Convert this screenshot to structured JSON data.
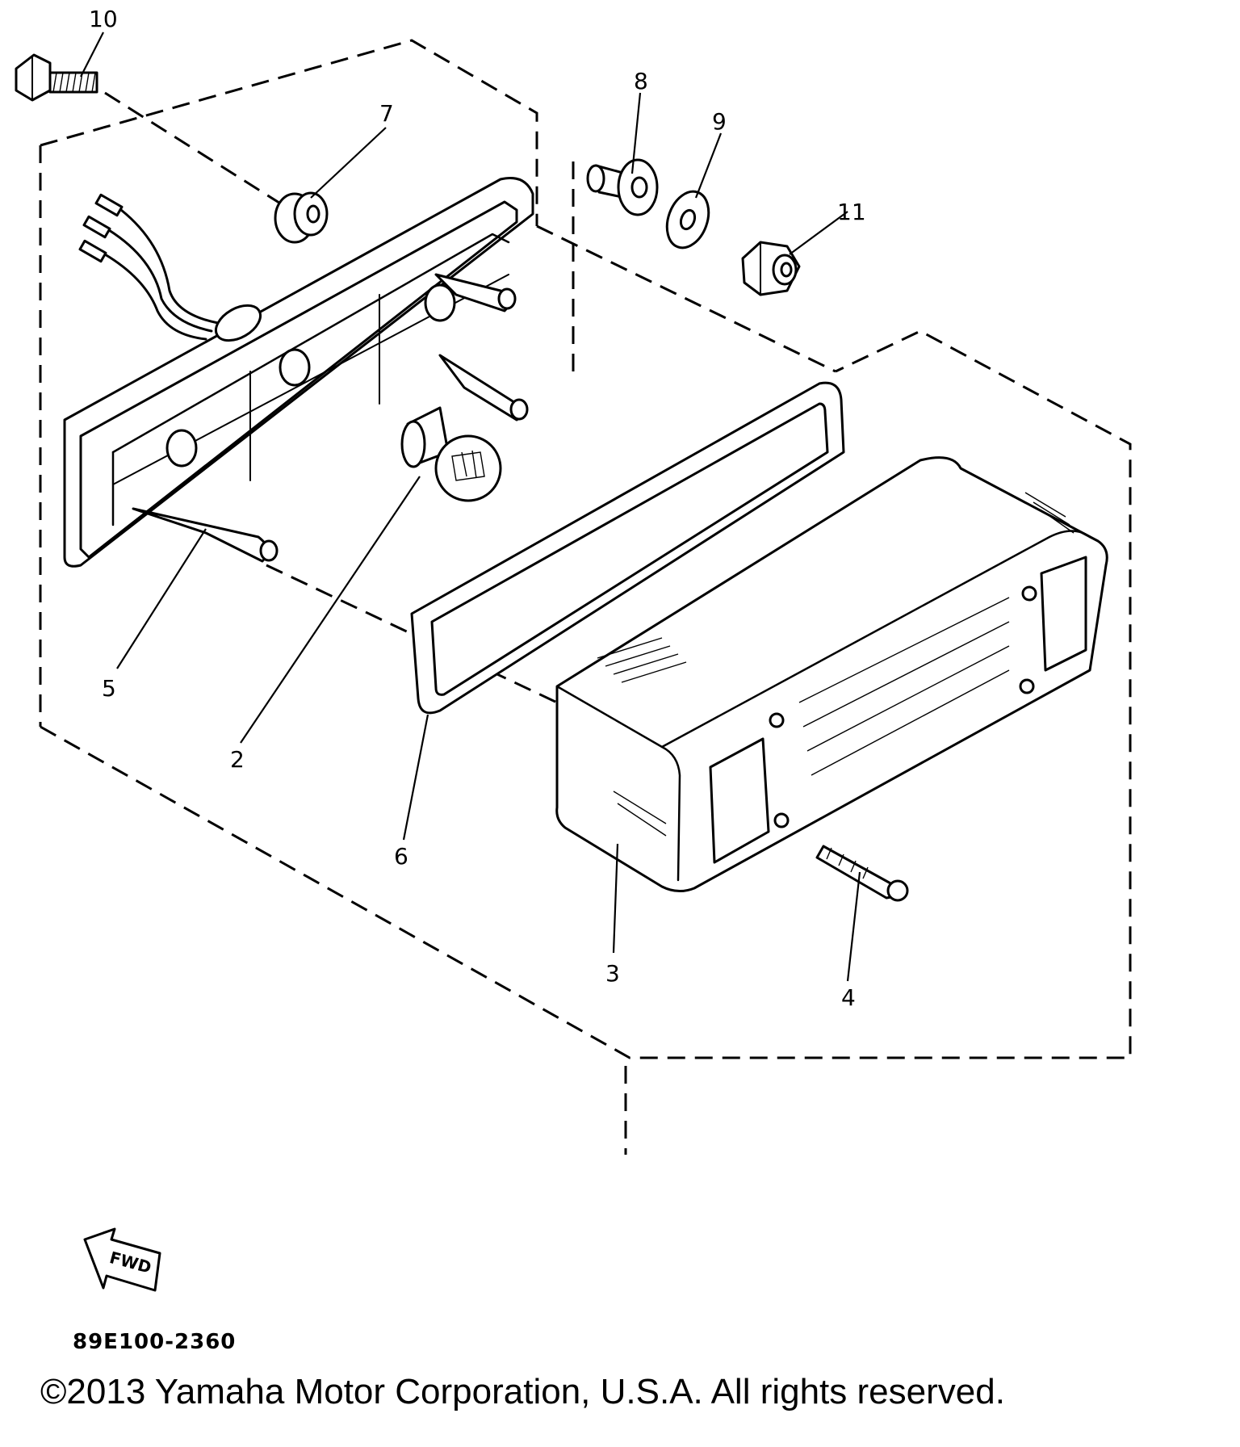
{
  "diagram": {
    "callouts": [
      {
        "id": "c10",
        "label": "10"
      },
      {
        "id": "c7",
        "label": "7"
      },
      {
        "id": "c8",
        "label": "8"
      },
      {
        "id": "c9",
        "label": "9"
      },
      {
        "id": "c11",
        "label": "11"
      },
      {
        "id": "c5",
        "label": "5"
      },
      {
        "id": "c2",
        "label": "2"
      },
      {
        "id": "c6",
        "label": "6"
      },
      {
        "id": "c3",
        "label": "3"
      },
      {
        "id": "c4",
        "label": "4"
      }
    ],
    "direction_arrow": "FWD",
    "drawing_code": "89E100-2360",
    "copyright": "©2013 Yamaha Motor Corporation, U.S.A. All rights reserved."
  }
}
